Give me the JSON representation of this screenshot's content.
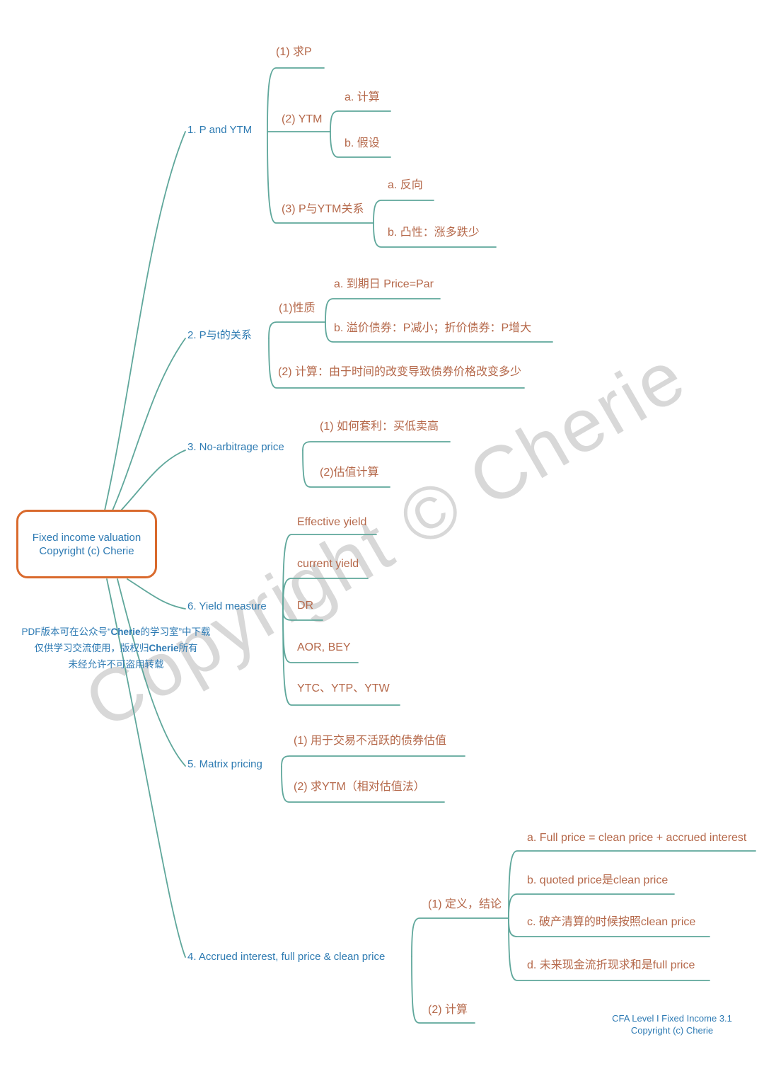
{
  "mindmap": {
    "root": {
      "title": "Fixed income valuation",
      "subtitle": "Copyright (c) Cherie"
    },
    "b1": {
      "label": "1. P and YTM",
      "c1": {
        "label": "(1) 求P"
      },
      "c2": {
        "label": "(2) YTM",
        "a": {
          "label": "a. 计算"
        },
        "b": {
          "label": "b. 假设"
        }
      },
      "c3": {
        "label": "(3) P与YTM关系",
        "a": {
          "label": "a. 反向"
        },
        "b": {
          "label": "b. 凸性：涨多跌少"
        }
      }
    },
    "b2": {
      "label": "2. P与t的关系",
      "c1": {
        "label": "(1)性质",
        "a": {
          "label": "a. 到期日 Price=Par"
        },
        "b": {
          "label": "b. 溢价债券：P减小；折价债券：P增大"
        }
      },
      "c2": {
        "label": "(2) 计算：由于时间的改变导致债券价格改变多少"
      }
    },
    "b3": {
      "label": "3. No-arbitrage price",
      "c1": {
        "label": "(1) 如何套利：买低卖高"
      },
      "c2": {
        "label": "(2)估值计算"
      }
    },
    "b6": {
      "label": "6. Yield measure",
      "c1": {
        "label": "Effective yield"
      },
      "c2": {
        "label": "current yield"
      },
      "c3": {
        "label": "DR"
      },
      "c4": {
        "label": "AOR, BEY"
      },
      "c5": {
        "label": "YTC、YTP、YTW"
      }
    },
    "b5": {
      "label": "5. Matrix pricing",
      "c1": {
        "label": "(1) 用于交易不活跃的债券估值"
      },
      "c2": {
        "label": "(2) 求YTM（相对估值法）"
      }
    },
    "b4": {
      "label": "4. Accrued interest, full price & clean price",
      "c1": {
        "label": "(1) 定义，结论",
        "a": {
          "label": "a. Full price = clean price + accrued interest"
        },
        "b": {
          "label": "b. quoted price是clean price"
        },
        "c": {
          "label": "c. 破产清算的时候按照clean price"
        },
        "d": {
          "label": "d. 未来现金流折现求和是full price"
        }
      },
      "c2": {
        "label": "(2) 计算"
      }
    }
  },
  "watermark": {
    "big_text": "Copyright © Cherie",
    "notice": [
      [
        {
          "t": "PDF版本可在公众号“",
          "b": false
        },
        {
          "t": "Cherie",
          "b": true
        },
        {
          "t": "的学习室”中下载",
          "b": false
        }
      ],
      [
        {
          "t": "仅供学习交流使用，版权归",
          "b": false
        },
        {
          "t": "Cherie",
          "b": true
        },
        {
          "t": "所有",
          "b": false
        }
      ],
      [
        {
          "t": "未经允许不可盗用转载",
          "b": false
        }
      ]
    ]
  },
  "footer": {
    "line1": "CFA Level I Fixed Income 3.1",
    "line2": "Copyright (c) Cherie"
  },
  "colors": {
    "connector_line": "#5fa79b",
    "branch_label_text": "#2e7bb2",
    "child_node_text": "#b5684a",
    "root_border": "#d96a2d",
    "root_text": "#2d7ab3",
    "watermark_gray": "#d8d8d8"
  }
}
